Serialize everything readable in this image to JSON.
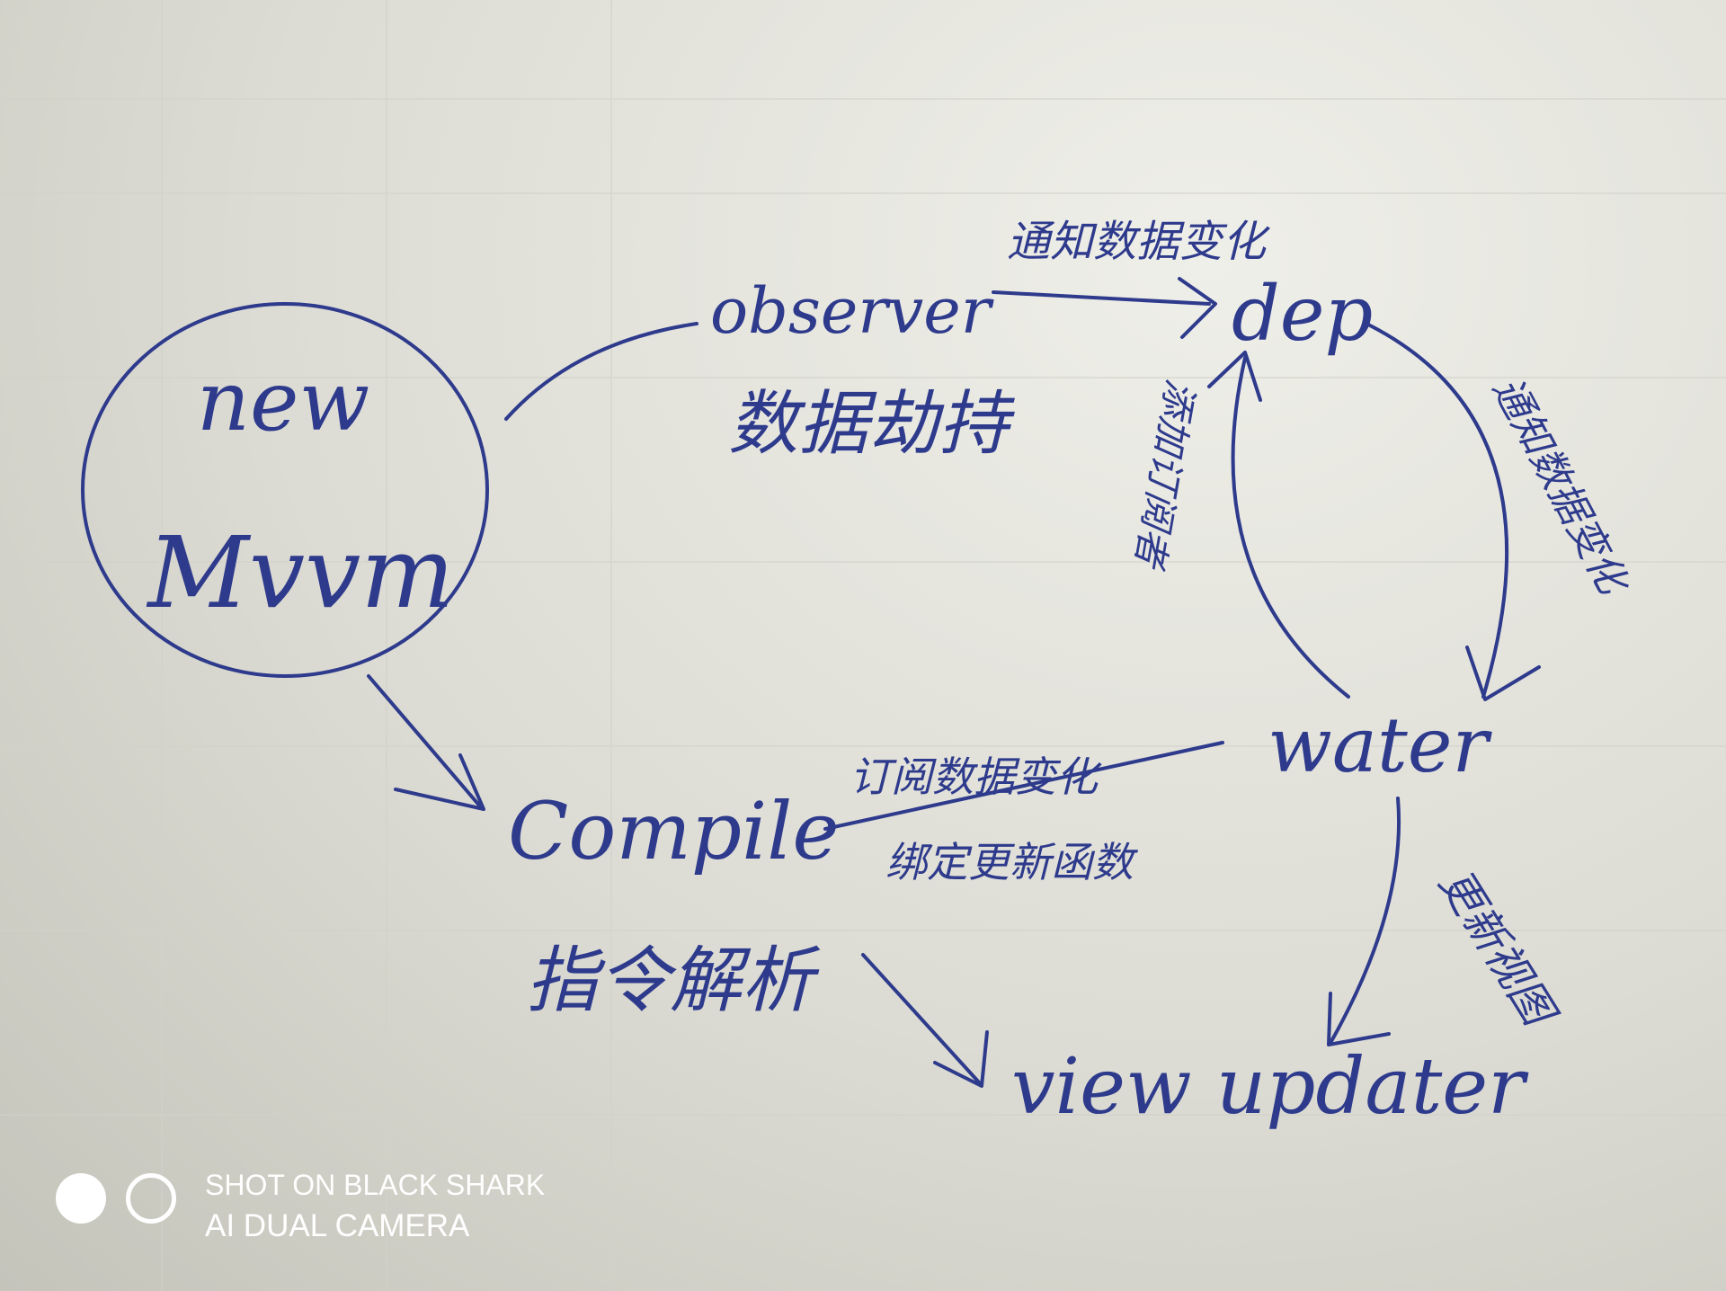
{
  "diagram": {
    "nodes": {
      "new_mvvm": {
        "line1": "new",
        "line2": "Mvvm"
      },
      "observer": {
        "name": "observer",
        "note": "数据劫持"
      },
      "dep": {
        "name": "dep"
      },
      "watcher": {
        "name": "water"
      },
      "compile": {
        "name": "Compile",
        "note": "指令解析"
      },
      "view_updater": {
        "name": "view updater"
      }
    },
    "edges": {
      "observer_to_dep": "通知数据变化",
      "dep_to_watcher": "通知数据变化",
      "watcher_to_dep": "添加订阅者",
      "watcher_to_compile": "订阅数据变化",
      "compile_to_watcher": "绑定更新函数",
      "watcher_to_view": "更新视图"
    }
  },
  "watermark": {
    "line1": "SHOT ON BLACK SHARK",
    "line2": "AI DUAL CAMERA"
  },
  "colors": {
    "ink": "#2e3a8c",
    "paper": "#e4e4dd",
    "watermark": "#ffffff"
  }
}
